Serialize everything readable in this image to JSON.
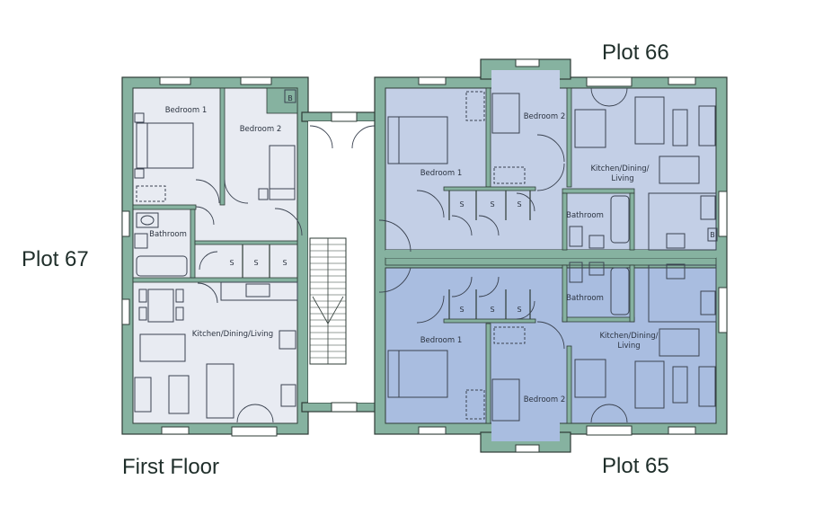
{
  "plots": {
    "plot_66": "Plot 66",
    "plot_67": "Plot 67",
    "plot_65": "Plot 65"
  },
  "floor_label": "First Floor",
  "rooms": {
    "p67_bedroom1": "Bedroom 1",
    "p67_bedroom2": "Bedroom 2",
    "p67_bathroom": "Bathroom",
    "p67_kitchen": "Kitchen/Dining/Living",
    "p66_bedroom1": "Bedroom 1",
    "p66_bedroom2": "Bedroom 2",
    "p66_bathroom": "Bathroom",
    "p66_kitchen_1": "Kitchen/Dining/",
    "p66_kitchen_2": "Living",
    "p65_bedroom1": "Bedroom 1",
    "p65_bedroom2": "Bedroom 2",
    "p65_bathroom": "Bathroom",
    "p65_kitchen_1": "Kitchen/Dining/",
    "p65_kitchen_2": "Living"
  },
  "storage_marker": "S",
  "boiler_marker": "B",
  "colors": {
    "wall": "#86b2a0",
    "plot67_fill": "#e8ebf2",
    "plot66_fill": "#c3cfe6",
    "plot65_fill": "#a9bde0",
    "common_fill": "#ffffff",
    "line": "#2e3b36"
  }
}
